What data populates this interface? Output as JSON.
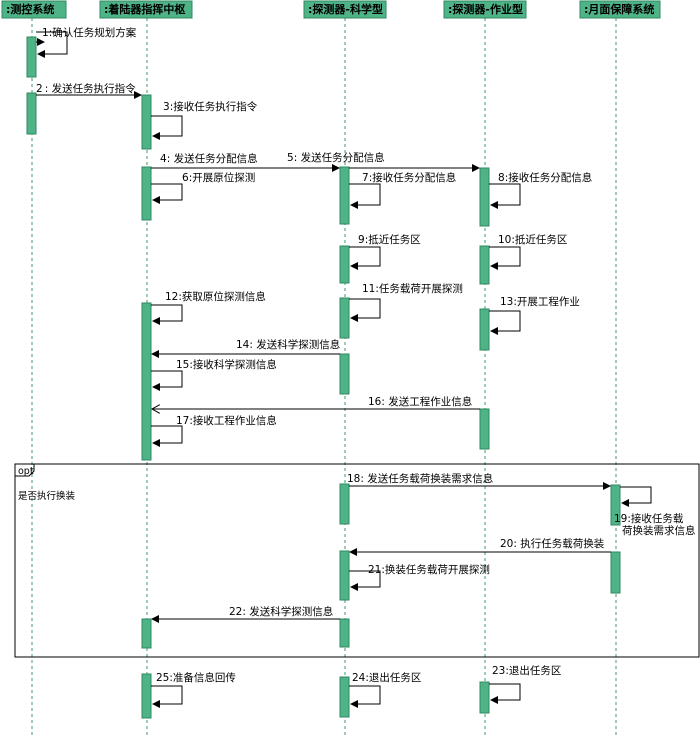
{
  "lifelines": [
    {
      "id": "measure",
      "label": ":测控系统"
    },
    {
      "id": "lander",
      "label": ":着陆器指挥中枢"
    },
    {
      "id": "sci",
      "label": ":探测器-科学型"
    },
    {
      "id": "work",
      "label": ":探测器-作业型"
    },
    {
      "id": "lunar",
      "label": ":月面保障系统"
    }
  ],
  "messages": [
    {
      "n": "1",
      "text": ":确认任务规划方案",
      "from": "measure",
      "to": "measure",
      "self": true
    },
    {
      "n": "2",
      "text": "发送任务执行指令",
      "from": "measure",
      "to": "lander",
      "self": false
    },
    {
      "n": "3",
      "text": ":接收任务执行指令",
      "from": "lander",
      "to": "lander",
      "self": true
    },
    {
      "n": "4",
      "text": "发送任务分配信息",
      "from": "lander",
      "to": "sci",
      "self": false
    },
    {
      "n": "5",
      "text": "发送任务分配信息",
      "from": "sci",
      "to": "work",
      "self": false
    },
    {
      "n": "6",
      "text": ":开展原位探测",
      "from": "lander",
      "to": "lander",
      "self": true
    },
    {
      "n": "7",
      "text": ":接收任务分配信息",
      "from": "sci",
      "to": "sci",
      "self": true
    },
    {
      "n": "8",
      "text": ":接收任务分配信息",
      "from": "work",
      "to": "work",
      "self": true
    },
    {
      "n": "9",
      "text": ":抵近任务区",
      "from": "sci",
      "to": "sci",
      "self": true
    },
    {
      "n": "10",
      "text": ":抵近任务区",
      "from": "work",
      "to": "work",
      "self": true
    },
    {
      "n": "11",
      "text": ":任务载荷开展探测",
      "from": "sci",
      "to": "sci",
      "self": true
    },
    {
      "n": "12",
      "text": ":获取原位探测信息",
      "from": "lander",
      "to": "lander",
      "self": true
    },
    {
      "n": "13",
      "text": ":开展工程作业",
      "from": "work",
      "to": "work",
      "self": true
    },
    {
      "n": "14",
      "text": "发送科学探测信息",
      "from": "sci",
      "to": "lander",
      "self": false
    },
    {
      "n": "15",
      "text": ":接收科学探测信息",
      "from": "lander",
      "to": "lander",
      "self": true
    },
    {
      "n": "16",
      "text": "发送工程作业信息",
      "from": "work",
      "to": "lander",
      "self": false
    },
    {
      "n": "17",
      "text": ":接收工程作业信息",
      "from": "lander",
      "to": "lander",
      "self": true
    },
    {
      "n": "18",
      "text": "发送任务载荷换装需求信息",
      "from": "sci",
      "to": "lunar",
      "self": false
    },
    {
      "n": "19",
      "text": ":接收任务载荷换装需求信息",
      "from": "lunar",
      "to": "lunar",
      "self": true
    },
    {
      "n": "20",
      "text": "执行任务载荷换装",
      "from": "lunar",
      "to": "sci",
      "self": false
    },
    {
      "n": "21",
      "text": ":换装任务载荷开展探测",
      "from": "sci",
      "to": "sci",
      "self": true
    },
    {
      "n": "22",
      "text": "发送科学探测信息",
      "from": "sci",
      "to": "lander",
      "self": false
    },
    {
      "n": "23",
      "text": ":退出任务区",
      "from": "work",
      "to": "work",
      "self": true
    },
    {
      "n": "24",
      "text": ":退出任务区",
      "from": "sci",
      "to": "sci",
      "self": true
    },
    {
      "n": "25",
      "text": ":准备信息回传",
      "from": "lander",
      "to": "lander",
      "self": true
    }
  ],
  "frame": {
    "keyword": "opt",
    "guard": "是否执行换装"
  }
}
